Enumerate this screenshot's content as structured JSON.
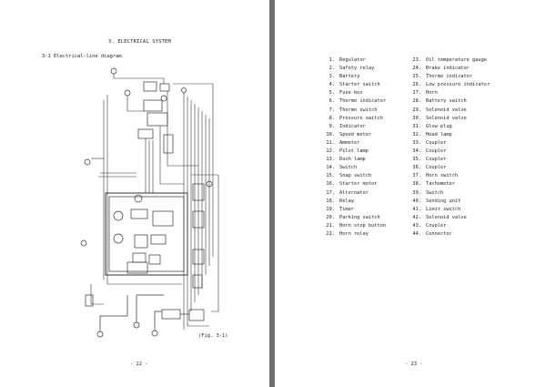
{
  "left_page": {
    "section_title": "3.  ELECTRICAL SYSTEM",
    "subsection_title": "3-1  Electrical-line diagram",
    "figure_caption": "(Fig. 3-1)",
    "page_number": "- 22 -"
  },
  "right_page": {
    "page_number": "- 23 -",
    "parts_col_a": [
      {
        "num": "1.",
        "label": "Regulator"
      },
      {
        "num": "2.",
        "label": "Safety relay"
      },
      {
        "num": "3.",
        "label": "Battery"
      },
      {
        "num": "4.",
        "label": "Starter switch"
      },
      {
        "num": "5.",
        "label": "Fuse box"
      },
      {
        "num": "6.",
        "label": "Thermo indicator"
      },
      {
        "num": "7.",
        "label": "Thermo switch"
      },
      {
        "num": "8.",
        "label": "Pressure switch"
      },
      {
        "num": "9.",
        "label": "Indicator"
      },
      {
        "num": "10.",
        "label": "Speed meter"
      },
      {
        "num": "11.",
        "label": "Ammeter"
      },
      {
        "num": "12.",
        "label": "Pilot lamp"
      },
      {
        "num": "13.",
        "label": "Dush lamp"
      },
      {
        "num": "14.",
        "label": "Switch"
      },
      {
        "num": "15.",
        "label": "Snap switch"
      },
      {
        "num": "16.",
        "label": "Starter motor"
      },
      {
        "num": "17.",
        "label": "Alternator"
      },
      {
        "num": "18.",
        "label": "Relay"
      },
      {
        "num": "19.",
        "label": "Timer"
      },
      {
        "num": "20.",
        "label": "Parking switch"
      },
      {
        "num": "21.",
        "label": "Horn stop button"
      },
      {
        "num": "22.",
        "label": "Horn relay"
      }
    ],
    "parts_col_b": [
      {
        "num": "23.",
        "label": "Oil temperature gauge"
      },
      {
        "num": "24.",
        "label": "Brake indicator"
      },
      {
        "num": "25.",
        "label": "Thermo indicator"
      },
      {
        "num": "26.",
        "label": "Low pressure indicator"
      },
      {
        "num": "27.",
        "label": "Horn"
      },
      {
        "num": "28.",
        "label": "Battery switch"
      },
      {
        "num": "29.",
        "label": "Solenoid valve"
      },
      {
        "num": "30.",
        "label": "Solenoid valve"
      },
      {
        "num": "31.",
        "label": "Glow plug"
      },
      {
        "num": "32.",
        "label": "Head lamp"
      },
      {
        "num": "33.",
        "label": "Coupler"
      },
      {
        "num": "34.",
        "label": "Coupler"
      },
      {
        "num": "35.",
        "label": "Coupler"
      },
      {
        "num": "36.",
        "label": "Coupler"
      },
      {
        "num": "37.",
        "label": "Horn switch"
      },
      {
        "num": "38.",
        "label": "Tachometer"
      },
      {
        "num": "39.",
        "label": "Switch"
      },
      {
        "num": "40.",
        "label": "Sending unit"
      },
      {
        "num": "41.",
        "label": "Limit switch"
      },
      {
        "num": "42.",
        "label": "Solenoid valve"
      },
      {
        "num": "43.",
        "label": "Coupler"
      },
      {
        "num": "44.",
        "label": "Connector"
      }
    ]
  },
  "colors": {
    "background": "#6f6f6f",
    "paper": "#ffffff",
    "ink": "#222222"
  }
}
